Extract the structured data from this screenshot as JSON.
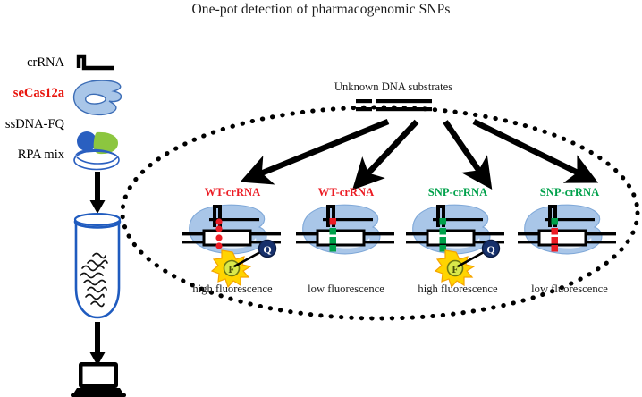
{
  "figure": {
    "title": "One-pot detection of pharmacogenomic SNPs",
    "domain_type": "schematic-diagram"
  },
  "legend": {
    "items": [
      {
        "label": "crRNA",
        "icon": "crrna-hairpin-icon",
        "color": "#000000",
        "emphasis": "normal"
      },
      {
        "label": "seCas12a",
        "icon": "cas12a-protein-icon",
        "color": "#e8140c",
        "emphasis": "bold"
      },
      {
        "label": "ssDNA-FQ",
        "icon": "ssdna-fq-icon",
        "color": "#000000",
        "emphasis": "normal"
      },
      {
        "label": "RPA mix",
        "icon": "rpa-mix-icon",
        "color": "#000000",
        "emphasis": "normal"
      }
    ]
  },
  "workflow": {
    "tube_icon": "reaction-tube-icon",
    "readout_icon": "laptop-icon",
    "arrow_down_icon": "arrow-down-icon"
  },
  "substrates": {
    "caption": "Unknown DNA substrates",
    "icon": "dna-duplex-bars-icon"
  },
  "reactions": [
    {
      "crrna_label": "WT-crRNA",
      "crrna_type": "WT",
      "crrna_color": "#ec1c24",
      "match_dots": [
        "red",
        "red",
        "red"
      ],
      "cleaved": true,
      "burst": true,
      "quencher_released": true,
      "result": "high fluorescence"
    },
    {
      "crrna_label": "WT-crRNA",
      "crrna_type": "WT",
      "crrna_color": "#ec1c24",
      "match_dots": [
        "red",
        "green",
        "green"
      ],
      "cleaved": false,
      "burst": false,
      "quencher_released": false,
      "result": "low fluorescence"
    },
    {
      "crrna_label": "SNP-crRNA",
      "crrna_type": "SNP",
      "crrna_color": "#00a14b",
      "match_dots": [
        "green",
        "green",
        "green"
      ],
      "cleaved": true,
      "burst": true,
      "quencher_released": true,
      "result": "high fluorescence"
    },
    {
      "crrna_label": "SNP-crRNA",
      "crrna_type": "SNP",
      "crrna_color": "#00a14b",
      "match_dots": [
        "green",
        "red",
        "red"
      ],
      "cleaved": false,
      "burst": false,
      "quencher_released": false,
      "result": "low fluorescence"
    }
  ],
  "glyphs": {
    "fluorophore_letter": "F",
    "quencher_letter": "Q"
  },
  "colors": {
    "protein_fill": "#a9c6e8",
    "protein_stroke": "#3b6cb5",
    "tube_stroke": "#1f5bbf",
    "match_red": "#ec1c24",
    "match_green": "#00a14b",
    "burst_yellow": "#ffd400",
    "burst_orange": "#f5a300",
    "quencher_navy": "#16306b",
    "fluor_green": "#d9e84b",
    "rpa_blue": "#2a5fc0",
    "rpa_green": "#8cc63f",
    "wt_text": "#ec1c24",
    "snp_text": "#00a14b",
    "ink": "#000000"
  }
}
